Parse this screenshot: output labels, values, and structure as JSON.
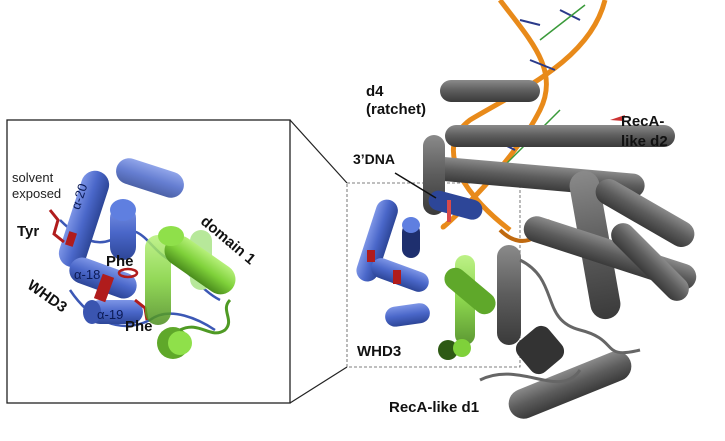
{
  "inset": {
    "solvent_line1": "solvent",
    "solvent_line2": "exposed",
    "alpha20": "α-20",
    "alpha18": "α-18",
    "alpha19": "α-19",
    "tyr": "Tyr",
    "phe_top": "Phe",
    "phe_bottom": "Phe",
    "whd3": "WHD3",
    "domain1": "domain 1"
  },
  "main": {
    "d4": "d4",
    "ratchet": "(ratchet)",
    "reca_d2_line1": "RecA-",
    "reca_d2_line2": "like d2",
    "dna3": "3’DNA",
    "whd3": "WHD3",
    "reca_d1": "RecA-like d1"
  },
  "colors": {
    "whd3_blue": "#4a67c9",
    "domain1_green": "#7fd13a",
    "core_gray": "#5a5a5a",
    "dna_orange": "#e88a1a",
    "residue_red": "#b01c1c"
  }
}
